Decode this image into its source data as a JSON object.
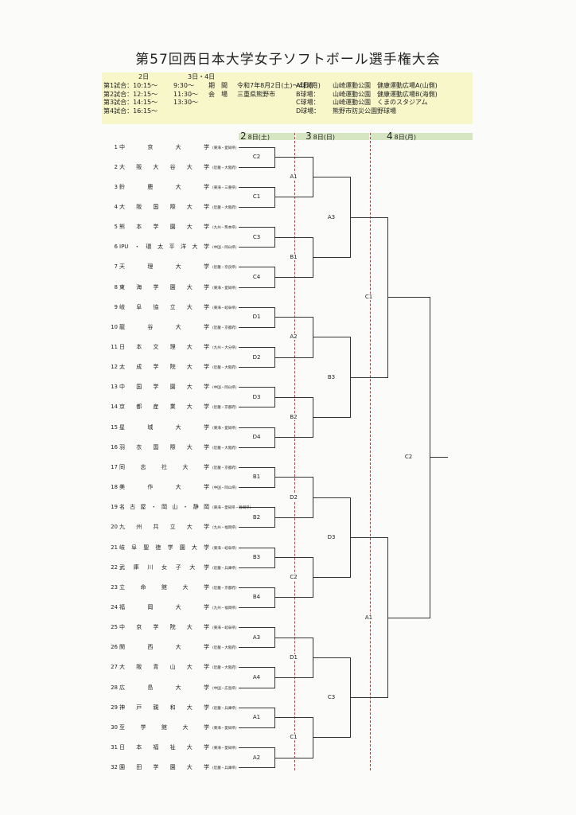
{
  "title": "第57回西日本大学女子ソフトボール選手権大会",
  "schedule": {
    "day_header": [
      "2日",
      "3日・4日"
    ],
    "rows": [
      {
        "label": "第1試合：10:15～",
        "time2": "9:30～"
      },
      {
        "label": "第2試合：12:15～",
        "time2": "11:30～"
      },
      {
        "label": "第3試合：14:15～",
        "time2": "13:30～"
      },
      {
        "label": "第4試合：16:15～",
        "time2": ""
      }
    ],
    "period_label": "期　間",
    "period_value": "令和7年8月2日(土)～4日(月)",
    "venue_label": "会　場",
    "venue_value": "三重県熊野市",
    "fields": [
      {
        "field": "A球場：",
        "place": "山崎運動公園　健康運動広場A(山側)"
      },
      {
        "field": "B球場：",
        "place": "山崎運動公園　健康運動広場B(海側)"
      },
      {
        "field": "C球場：",
        "place": "山崎運動公園　くまのスタジアム"
      },
      {
        "field": "D球場：",
        "place": "熊野市防災公園野球場"
      }
    ]
  },
  "day_headers": [
    {
      "num": "2",
      "date": "8日(土)"
    },
    {
      "num": "3",
      "date": "8日(日)"
    },
    {
      "num": "4",
      "date": "8日(月)"
    }
  ],
  "teams": [
    {
      "no": "1",
      "name": "中京大学",
      "region": "(東海・愛知県)"
    },
    {
      "no": "2",
      "name": "大阪大谷大学",
      "region": "(近畿・大阪府)"
    },
    {
      "no": "3",
      "name": "鈴鹿大学",
      "region": "(東海・三重県)"
    },
    {
      "no": "4",
      "name": "大阪国際大学",
      "region": "(近畿・大阪府)"
    },
    {
      "no": "5",
      "name": "熊本学園大学",
      "region": "(九州・熊本県)"
    },
    {
      "no": "6",
      "name": "IPU・環太平洋大学",
      "region": "(中国・岡山県)"
    },
    {
      "no": "7",
      "name": "天理大学",
      "region": "(近畿・奈良県)"
    },
    {
      "no": "8",
      "name": "東海学園大学",
      "region": "(東海・愛知県)"
    },
    {
      "no": "9",
      "name": "岐阜協立大学",
      "region": "(東海・岐阜県)"
    },
    {
      "no": "10",
      "name": "龍谷大学",
      "region": "(近畿・京都府)"
    },
    {
      "no": "11",
      "name": "日本文理大学",
      "region": "(九州・大分県)"
    },
    {
      "no": "12",
      "name": "太成学院大学",
      "region": "(近畿・大阪府)"
    },
    {
      "no": "13",
      "name": "中国学園大学",
      "region": "(中国・岡山県)"
    },
    {
      "no": "14",
      "name": "京都産業大学",
      "region": "(近畿・京都府)"
    },
    {
      "no": "15",
      "name": "星城大学",
      "region": "(東海・愛知県)"
    },
    {
      "no": "16",
      "name": "羽衣国際大学",
      "region": "(近畿・大阪府)"
    },
    {
      "no": "17",
      "name": "同志社大学",
      "region": "(近畿・京都府)"
    },
    {
      "no": "18",
      "name": "美作大学",
      "region": "(中国・岡山県)"
    },
    {
      "no": "19",
      "name": "名古屋・岡山・静岡",
      "region": "(東海・愛知県・静岡県)"
    },
    {
      "no": "20",
      "name": "九州共立大学",
      "region": "(九州・福岡県)"
    },
    {
      "no": "21",
      "name": "岐阜聖徳学園大学",
      "region": "(東海・岐阜県)"
    },
    {
      "no": "22",
      "name": "武庫川女子大学",
      "region": "(近畿・兵庫県)"
    },
    {
      "no": "23",
      "name": "立命館大学",
      "region": "(近畿・京都府)"
    },
    {
      "no": "24",
      "name": "福岡大学",
      "region": "(九州・福岡県)"
    },
    {
      "no": "25",
      "name": "中京学院大学",
      "region": "(東海・岐阜県)"
    },
    {
      "no": "26",
      "name": "関西大学",
      "region": "(近畿・大阪府)"
    },
    {
      "no": "27",
      "name": "大阪青山大学",
      "region": "(近畿・大阪府)"
    },
    {
      "no": "28",
      "name": "広島大学",
      "region": "(中国・広島県)"
    },
    {
      "no": "29",
      "name": "神戸親和大学",
      "region": "(近畿・兵庫県)"
    },
    {
      "no": "30",
      "name": "至学館大学",
      "region": "(東海・愛知県)"
    },
    {
      "no": "31",
      "name": "日本福祉大学",
      "region": "(東海・愛知県)"
    },
    {
      "no": "32",
      "name": "園田学園大学",
      "region": "(近畿・兵庫県)"
    }
  ],
  "bracket": {
    "round1": [
      "C2",
      "C1",
      "C3",
      "C4",
      "D1",
      "D2",
      "D3",
      "D4",
      "B1",
      "B2",
      "B3",
      "B4",
      "A3",
      "A4",
      "A1",
      "A2"
    ],
    "round2": [
      "A1",
      "B1",
      "A2",
      "B2",
      "D2",
      "C2",
      "D1",
      "C1"
    ],
    "round3": [
      "A3",
      "B3",
      "D3",
      "C3"
    ],
    "semifinal": [
      "C1",
      "A1"
    ],
    "final": [
      "C2"
    ]
  }
}
